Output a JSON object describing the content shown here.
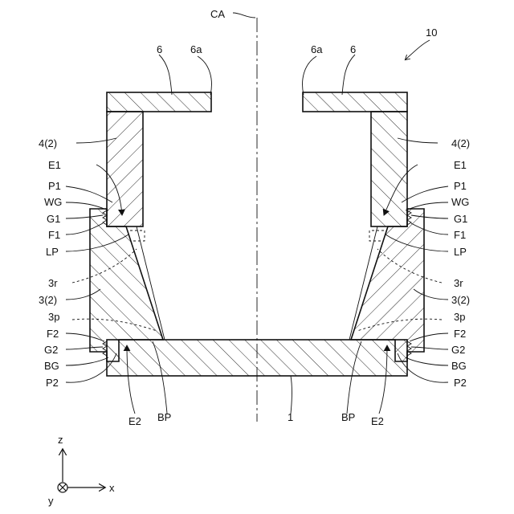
{
  "figure": {
    "ref_number": "10",
    "center_axis_label": "CA",
    "top_labels": {
      "left_6": "6",
      "left_6a": "6a",
      "right_6a": "6a",
      "right_6": "6"
    },
    "side_labels": [
      {
        "left": "4(2)",
        "right": "4(2)"
      },
      {
        "left": "E1",
        "right": "E1"
      },
      {
        "left": "P1",
        "right": "P1"
      },
      {
        "left": "WG",
        "right": "WG"
      },
      {
        "left": "G1",
        "right": "G1"
      },
      {
        "left": "F1",
        "right": "F1"
      },
      {
        "left": "LP",
        "right": "LP"
      },
      {
        "left": "3r",
        "right": "3r"
      },
      {
        "left": "3(2)",
        "right": "3(2)"
      },
      {
        "left": "3p",
        "right": "3p"
      },
      {
        "left": "F2",
        "right": "F2"
      },
      {
        "left": "G2",
        "right": "G2"
      },
      {
        "left": "BG",
        "right": "BG"
      },
      {
        "left": "P2",
        "right": "P2"
      }
    ],
    "bottom_labels": {
      "e2_left": "E2",
      "bp_left": "BP",
      "base": "1",
      "bp_right": "BP",
      "e2_right": "E2"
    },
    "axes": {
      "z": "z",
      "x": "x",
      "y": "y"
    }
  }
}
